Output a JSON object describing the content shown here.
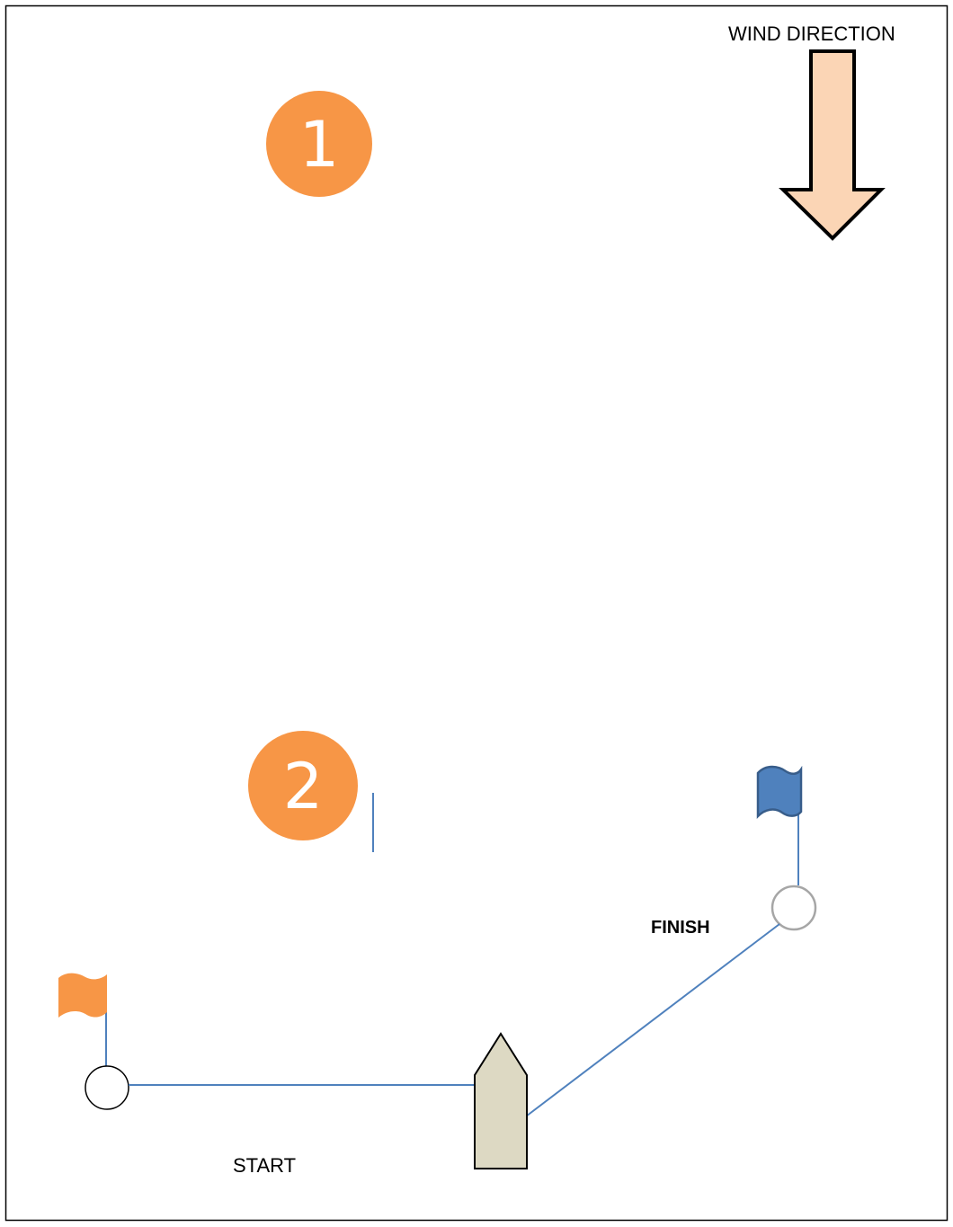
{
  "diagram": {
    "wind_label": "WIND DIRECTION",
    "marks": [
      {
        "number": "1"
      },
      {
        "number": "2"
      }
    ],
    "start_label": "START",
    "finish_label": "FINISH"
  },
  "colors": {
    "mark_orange": "#F79646",
    "wind_arrow_fill": "#FBD5B5",
    "line_blue": "#4F81BD",
    "flag_blue": "#4F81BD",
    "flag_orange": "#F79646",
    "committee_boat_fill": "#DDD9C3",
    "frame": "#000000"
  }
}
